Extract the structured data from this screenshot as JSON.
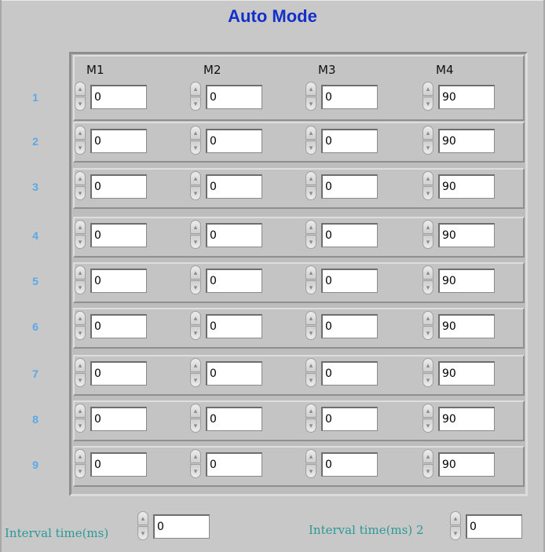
{
  "window": {
    "title": "Auto Mode"
  },
  "columns": [
    "M1",
    "M2",
    "M3",
    "M4"
  ],
  "rows": [
    {
      "label": "1",
      "values": [
        "0",
        "0",
        "0",
        "90"
      ]
    },
    {
      "label": "2",
      "values": [
        "0",
        "0",
        "0",
        "90"
      ]
    },
    {
      "label": "3",
      "values": [
        "0",
        "0",
        "0",
        "90"
      ]
    },
    {
      "label": "4",
      "values": [
        "0",
        "0",
        "0",
        "90"
      ]
    },
    {
      "label": "5",
      "values": [
        "0",
        "0",
        "0",
        "90"
      ]
    },
    {
      "label": "6",
      "values": [
        "0",
        "0",
        "0",
        "90"
      ]
    },
    {
      "label": "7",
      "values": [
        "0",
        "0",
        "0",
        "90"
      ]
    },
    {
      "label": "8",
      "values": [
        "0",
        "0",
        "0",
        "90"
      ]
    },
    {
      "label": "9",
      "values": [
        "0",
        "0",
        "0",
        "90"
      ]
    }
  ],
  "interval": {
    "label": "Interval time(ms)",
    "value": "0"
  },
  "interval2": {
    "label": "Interval time(ms) 2",
    "value": "0"
  },
  "colors": {
    "title": "#1430c8",
    "row_label": "#5aa8e8",
    "interval_label": "#2a9a96",
    "background": "#c8c8c8"
  },
  "icons": {
    "spinner_up": "increment-arrow-icon",
    "spinner_down": "decrement-arrow-icon"
  }
}
